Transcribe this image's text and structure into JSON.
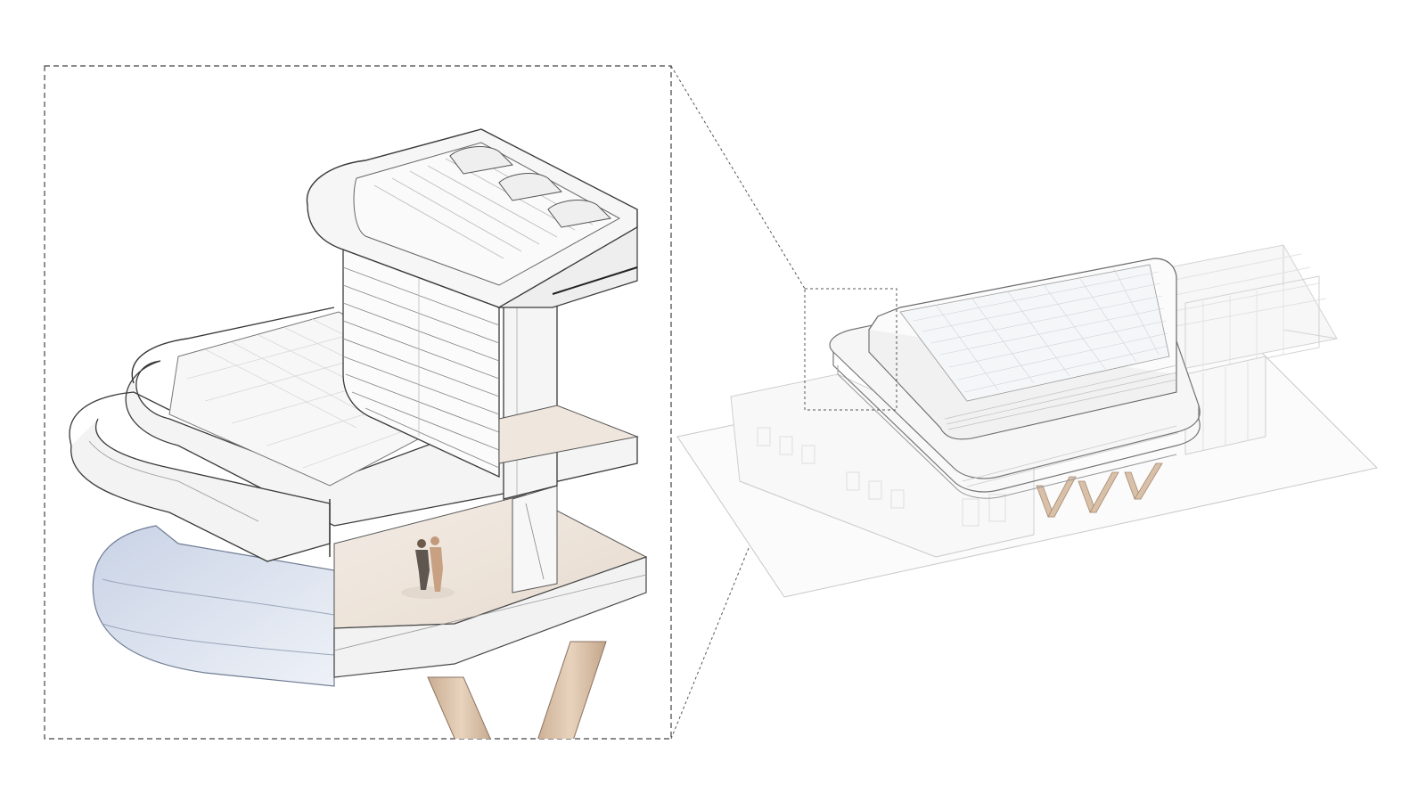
{
  "diagram": {
    "type": "architectural-axonometric-detail",
    "panels": [
      "section-detail",
      "building-overview"
    ],
    "palette": {
      "background": "#ffffff",
      "line": "#3a3a3a",
      "faint_line": "#b9b9b9",
      "ghost_line": "#d6d6d6",
      "slab_fill": "#f4f4f4",
      "floor_fill": "#efe6de",
      "column_fill": "#d8bfa6",
      "glass_fill": "#e6ebf3",
      "callout_line": "#555555"
    }
  }
}
